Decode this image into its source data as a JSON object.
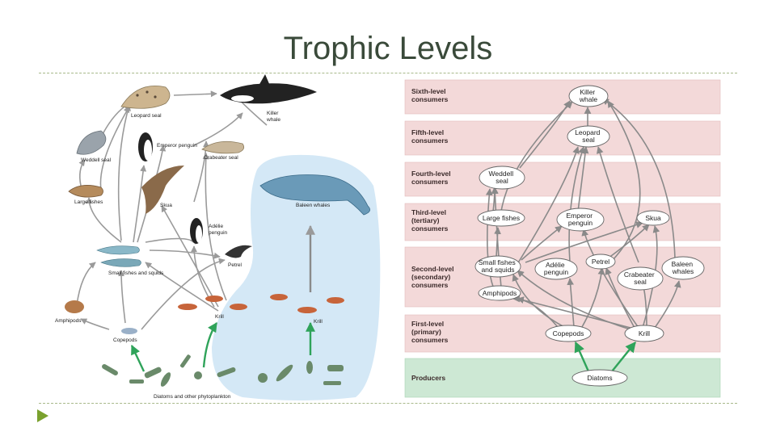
{
  "slide": {
    "title": "Trophic Levels"
  },
  "illustration": {
    "labels": {
      "leopard_seal": "Leopard seal",
      "killer_whale": "Killer whale",
      "weddell_seal": "Weddell seal",
      "emperor_penguin": "Emperor penguin",
      "crabeater_seal": "Crabeater seal",
      "large_fishes": "Large fishes",
      "skua": "Skua",
      "baleen_whales": "Baleen whales",
      "adelie_penguin": "Adélie penguin",
      "petrel": "Petrel",
      "small_fishes": "Small fishes and squids",
      "amphipods": "Amphipods",
      "krill_left": "Krill",
      "krill_right": "Krill",
      "copepods": "Copepods",
      "diatoms": "Diatoms and other phytoplankton"
    }
  },
  "diagram": {
    "levels": [
      {
        "label": "Sixth-level consumers",
        "line1": "Sixth-level",
        "line2": "consumers",
        "line3": ""
      },
      {
        "label": "Fifth-level consumers",
        "line1": "Fifth-level",
        "line2": "consumers",
        "line3": ""
      },
      {
        "label": "Fourth-level consumers",
        "line1": "Fourth-level",
        "line2": "consumers",
        "line3": ""
      },
      {
        "label": "Third-level (tertiary) consumers",
        "line1": "Third-level",
        "line2": "(tertiary)",
        "line3": "consumers"
      },
      {
        "label": "Second-level (secondary) consumers",
        "line1": "Second-level",
        "line2": "(secondary)",
        "line3": "consumers"
      },
      {
        "label": "First-level (primary) consumers",
        "line1": "First-level",
        "line2": "(primary)",
        "line3": "consumers"
      },
      {
        "label": "Producers",
        "line1": "Producers",
        "line2": "",
        "line3": ""
      }
    ],
    "nodes": {
      "killer_whale": {
        "l1": "Killer",
        "l2": "whale"
      },
      "leopard_seal": {
        "l1": "Leopard",
        "l2": "seal"
      },
      "weddell_seal": {
        "l1": "Weddell",
        "l2": "seal"
      },
      "large_fishes": {
        "l1": "Large fishes",
        "l2": ""
      },
      "emperor_penguin": {
        "l1": "Emperor",
        "l2": "penguin"
      },
      "skua": {
        "l1": "Skua",
        "l2": ""
      },
      "small_fishes": {
        "l1": "Small fishes",
        "l2": "and squids"
      },
      "adelie_penguin": {
        "l1": "Adélie",
        "l2": "penguin"
      },
      "petrel": {
        "l1": "Petrel",
        "l2": ""
      },
      "crabeater_seal": {
        "l1": "Crabeater",
        "l2": "seal"
      },
      "baleen_whales": {
        "l1": "Baleen",
        "l2": "whales"
      },
      "amphipods": {
        "l1": "Amphipods",
        "l2": ""
      },
      "copepods": {
        "l1": "Copepods",
        "l2": ""
      },
      "krill": {
        "l1": "Krill",
        "l2": ""
      },
      "diatoms": {
        "l1": "Diatoms",
        "l2": ""
      }
    }
  },
  "colors": {
    "consumer_band": "#f3d9d9",
    "producer_band": "#cde8d4",
    "arrow_gray": "#8a8a8a",
    "arrow_green": "#2fa35a",
    "accent": "#7aa12e",
    "baleen_region": "#d4e8f6"
  }
}
